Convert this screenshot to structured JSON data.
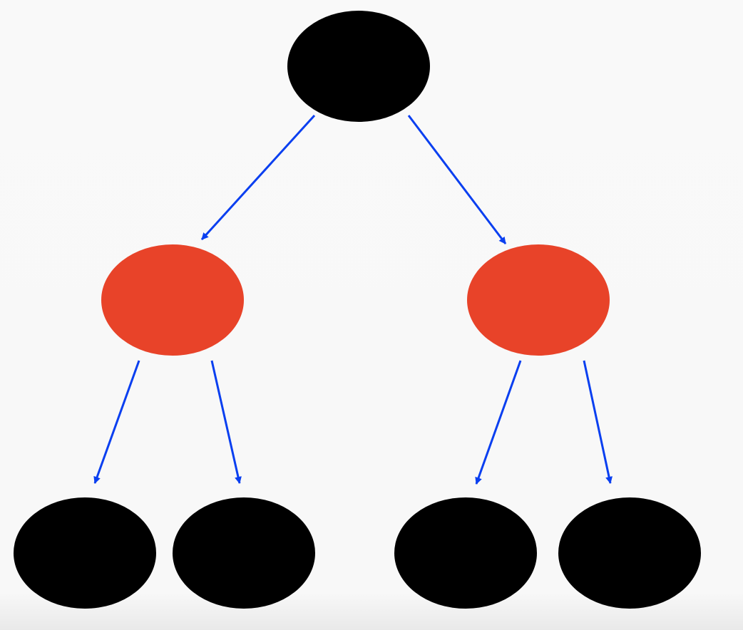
{
  "diagram": {
    "type": "binary-tree",
    "colors": {
      "black_node": "#000000",
      "red_node": "#e84329",
      "edge": "#0a3ff0",
      "background": "#f8f8f8"
    },
    "nodes": [
      {
        "id": "root",
        "color": "black",
        "level": 0
      },
      {
        "id": "left-child",
        "color": "red",
        "level": 1
      },
      {
        "id": "right-child",
        "color": "red",
        "level": 1
      },
      {
        "id": "left-left-leaf",
        "color": "black",
        "level": 2
      },
      {
        "id": "left-right-leaf",
        "color": "black",
        "level": 2
      },
      {
        "id": "right-left-leaf",
        "color": "black",
        "level": 2
      },
      {
        "id": "right-right-leaf",
        "color": "black",
        "level": 2
      }
    ],
    "edges": [
      {
        "from": "root",
        "to": "left-child"
      },
      {
        "from": "root",
        "to": "right-child"
      },
      {
        "from": "left-child",
        "to": "left-left-leaf"
      },
      {
        "from": "left-child",
        "to": "left-right-leaf"
      },
      {
        "from": "right-child",
        "to": "right-left-leaf"
      },
      {
        "from": "right-child",
        "to": "right-right-leaf"
      }
    ]
  }
}
